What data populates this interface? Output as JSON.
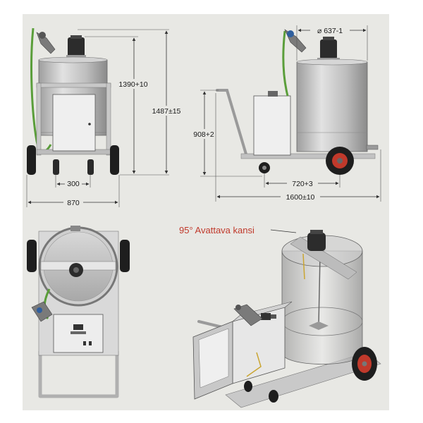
{
  "drawing": {
    "background_color": "#e8e8e4",
    "accent_color": "#c0392b",
    "steel_color": "#b9b9b9",
    "dimensions": {
      "front_top_height": "1390+10",
      "front_total_height": "1487±15",
      "front_wheel_spacing": "300",
      "front_width": "870",
      "side_diameter": "⌀ 637-1",
      "side_handle_height": "908+2",
      "side_axle_distance": "720+3",
      "side_length": "1600±10"
    },
    "annotations": {
      "lid_note": "95° Avattava kansi"
    }
  }
}
